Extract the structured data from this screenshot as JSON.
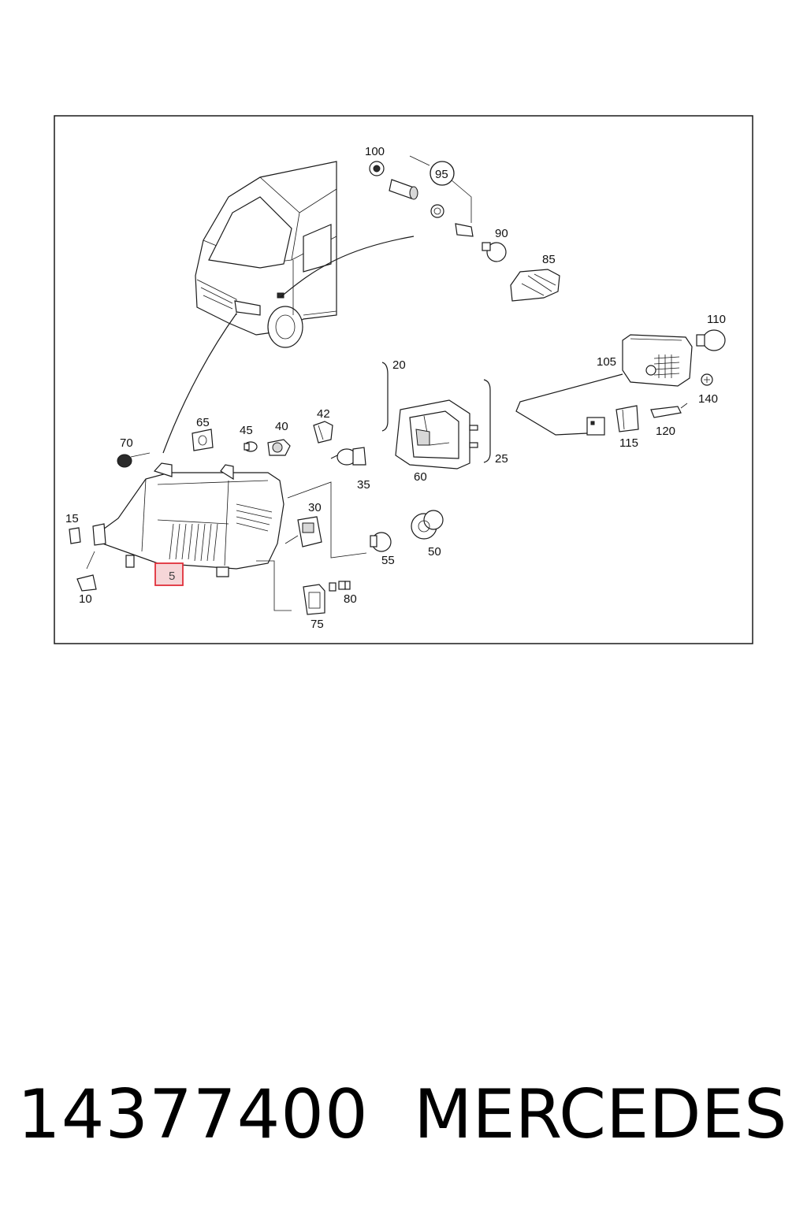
{
  "callouts": {
    "c5": "5",
    "c10": "10",
    "c15": "15",
    "c20": "20",
    "c25": "25",
    "c30": "30",
    "c35": "35",
    "c40": "40",
    "c42": "42",
    "c45": "45",
    "c50": "50",
    "c55": "55",
    "c60": "60",
    "c65": "65",
    "c70": "70",
    "c75": "75",
    "c80": "80",
    "c85": "85",
    "c90": "90",
    "c95": "95",
    "c100": "100",
    "c105": "105",
    "c110": "110",
    "c115": "115",
    "c120": "120",
    "c140": "140"
  },
  "highlight": {
    "color": "#e0303a",
    "fill": "#f6d6d8"
  },
  "caption": {
    "part_number": "14377400",
    "brand": "MERCEDES"
  }
}
